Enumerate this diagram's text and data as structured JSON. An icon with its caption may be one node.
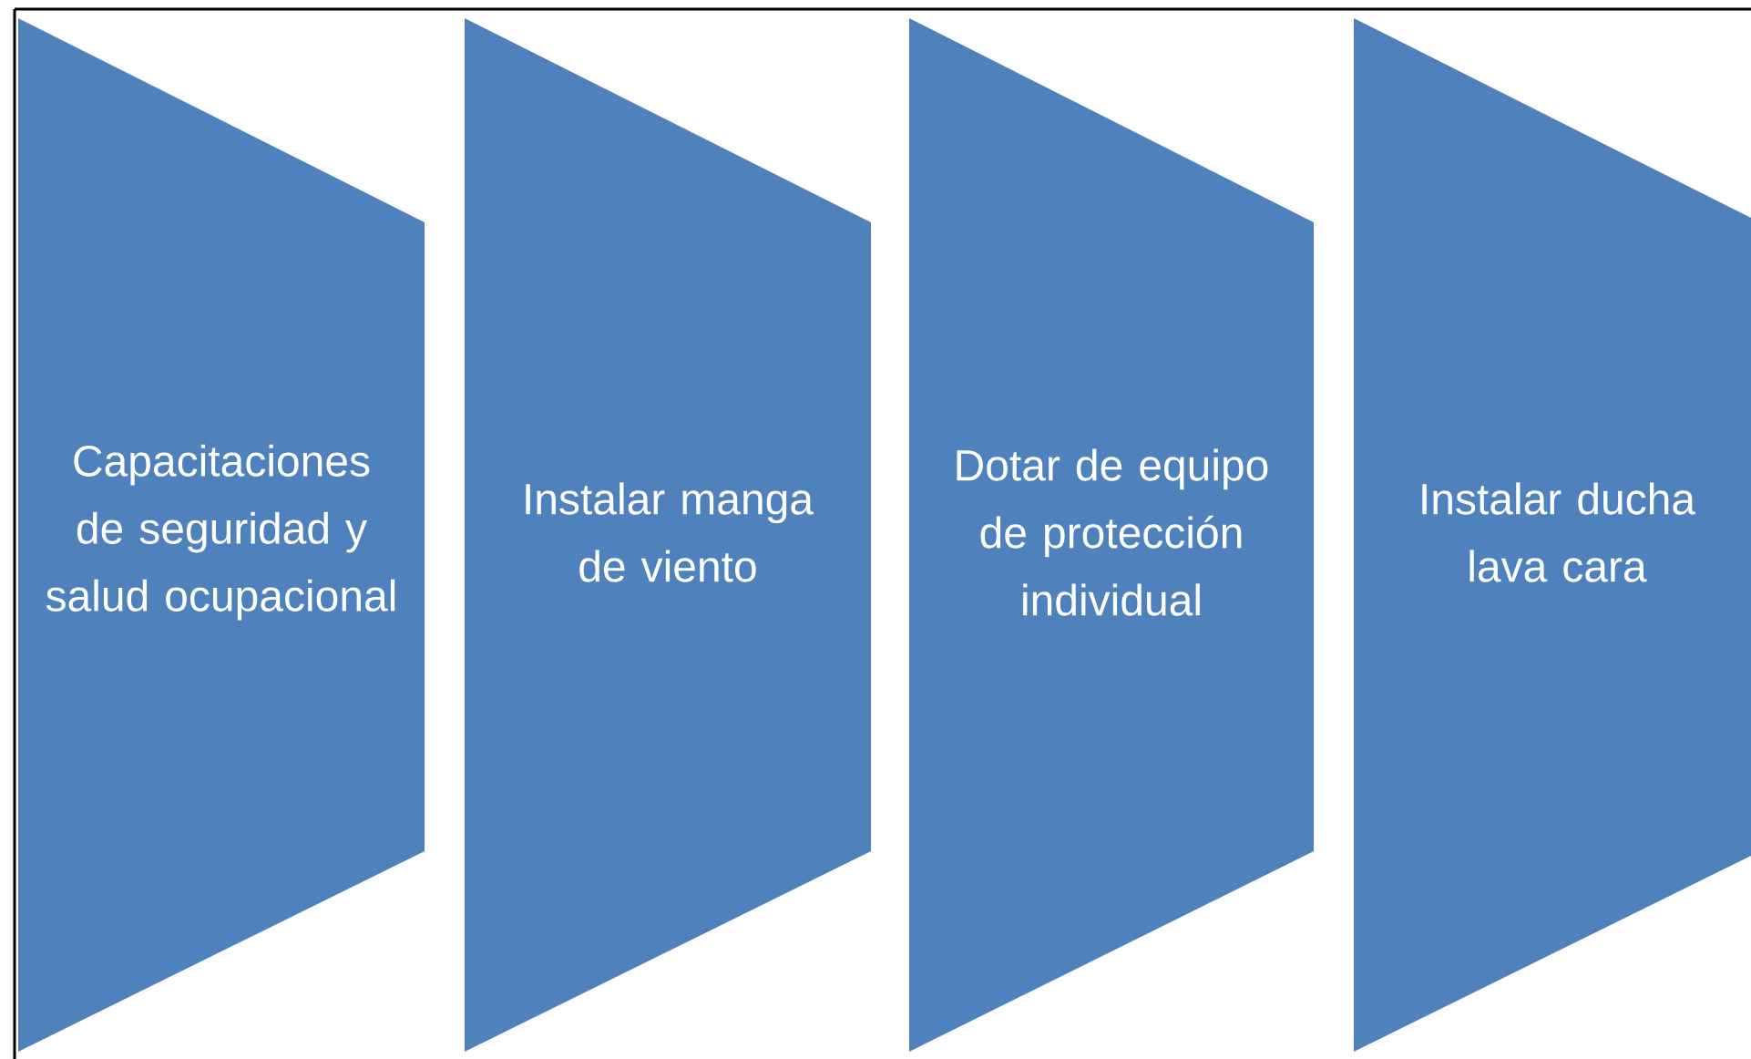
{
  "diagram": {
    "nodes": [
      {
        "text": [
          "Capacitaciones de seguridad y salud ocupacional"
        ]
      },
      {
        "text": [
          "Instalar manga de viento"
        ]
      },
      {
        "text": [
          "Dotar de equipo de protección individual"
        ]
      },
      {
        "text": [
          "Instalar ducha lava cara"
        ]
      }
    ]
  }
}
